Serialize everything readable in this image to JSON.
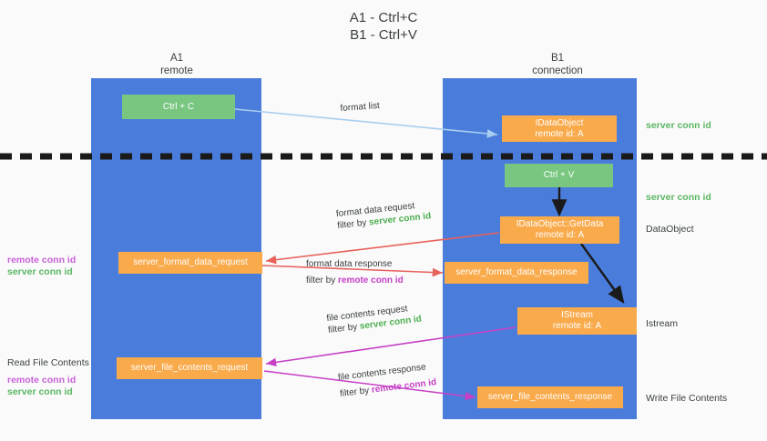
{
  "title": "A1 - Ctrl+C\nB1 - Ctrl+V",
  "columns": [
    {
      "name": "A1",
      "sub": "remote"
    },
    {
      "name": "B1",
      "sub": "connection"
    }
  ],
  "colors": {
    "lane": "#4a7ddb",
    "node_orange": "#f9aa4b",
    "node_green": "#78c680",
    "green_text": "#5bb763",
    "purple_text": "#c860d8",
    "blue_arrow": "#a8cdf0",
    "red_arrow": "#e8615a",
    "magenta_arrow": "#c640c6",
    "dark_arrow": "#1a1a1a",
    "background": "#fafafa"
  },
  "nodes": {
    "ctrl_c": {
      "l1": "Ctrl + C",
      "l2": ""
    },
    "ctrl_v": {
      "l1": "Ctrl + V",
      "l2": ""
    },
    "set_clipboard": {
      "l1": "IDataObject",
      "l2": "remote id: A"
    },
    "getdata": {
      "l1": "IDataObject::GetData",
      "l2": "remote id: A"
    },
    "istream": {
      "l1": "IStream",
      "l2": "remote id: A"
    },
    "fmt_req": {
      "l1": "server_format_data_request",
      "l2": ""
    },
    "fmt_resp": {
      "l1": "server_format_data_response",
      "l2": ""
    },
    "file_req": {
      "l1": "server_file_contents_request",
      "l2": ""
    },
    "file_resp": {
      "l1": "server_file_contents_response",
      "l2": ""
    }
  },
  "edge_labels": {
    "format_list": "format list",
    "fmt_req_line1": "format data request",
    "fmt_req_line2_pre": "filter by ",
    "fmt_req_line2_hl": "server conn id",
    "fmt_resp_line1": "format data response",
    "fmt_resp_line2_pre": "filter by ",
    "fmt_resp_line2_hl": "remote conn id",
    "file_req_line1": "file contents request",
    "file_req_line2_pre": "filter by ",
    "file_req_line2_hl": "server conn id",
    "file_resp_line1": "file contents response",
    "file_resp_line2_pre": "filter by ",
    "file_resp_line2_hl": "remote conn id"
  },
  "side_labels": {
    "right_server_conn_1": "server conn id",
    "right_server_conn_2": "server conn id",
    "right_dataobject": "DataObject",
    "right_istream": "Istream",
    "right_write_file": "Write File Contents",
    "left_remote_conn_1": "remote conn id",
    "left_server_conn_1": "server conn id",
    "left_read_file": "Read File Contents",
    "left_remote_conn_2": "remote conn id",
    "left_server_conn_2": "server conn id"
  }
}
